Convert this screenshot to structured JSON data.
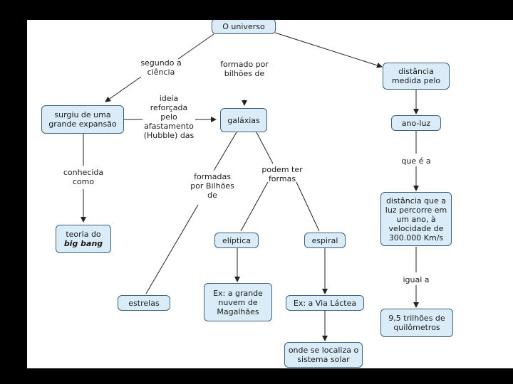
{
  "nodes": {
    "universo": "O universo",
    "expansao": "surgiu de uma grande expansão",
    "galaxias": "galáxias",
    "distancia_medida": "distância medida pelo",
    "ano_luz": "ano-luz",
    "big_bang_line1": "teoria do",
    "big_bang_line2": "big bang",
    "eliptica": "elíptica",
    "espiral": "espiral",
    "distancia_luz": "distância que a luz percorre em um ano, à velocidade de 300.000 Km/s",
    "estrelas": "estrelas",
    "magalhaes": "Ex: a grande nuvem de Magalhães",
    "via_lactea": "Ex: a Via Láctea",
    "trilhoes": "9,5 trilhões de quilômetros",
    "sistema_solar": "onde se localiza o sistema solar"
  },
  "labels": {
    "segundo": "segundo a\nciência",
    "formado": "formado por\nbilhões de",
    "ideia": "ideia\nreforçada\npelo\nafastamento\n(Hubble) das",
    "conhecida": "conhecida\ncomo",
    "formadas": "formadas\npor Bilhões\nde",
    "podem": "podem ter\nformas",
    "que_e": "que é a",
    "igual": "igual a"
  },
  "colors": {
    "node_fill": "#d9ecf7",
    "node_border": "#3f5f7a",
    "line": "#222222"
  }
}
